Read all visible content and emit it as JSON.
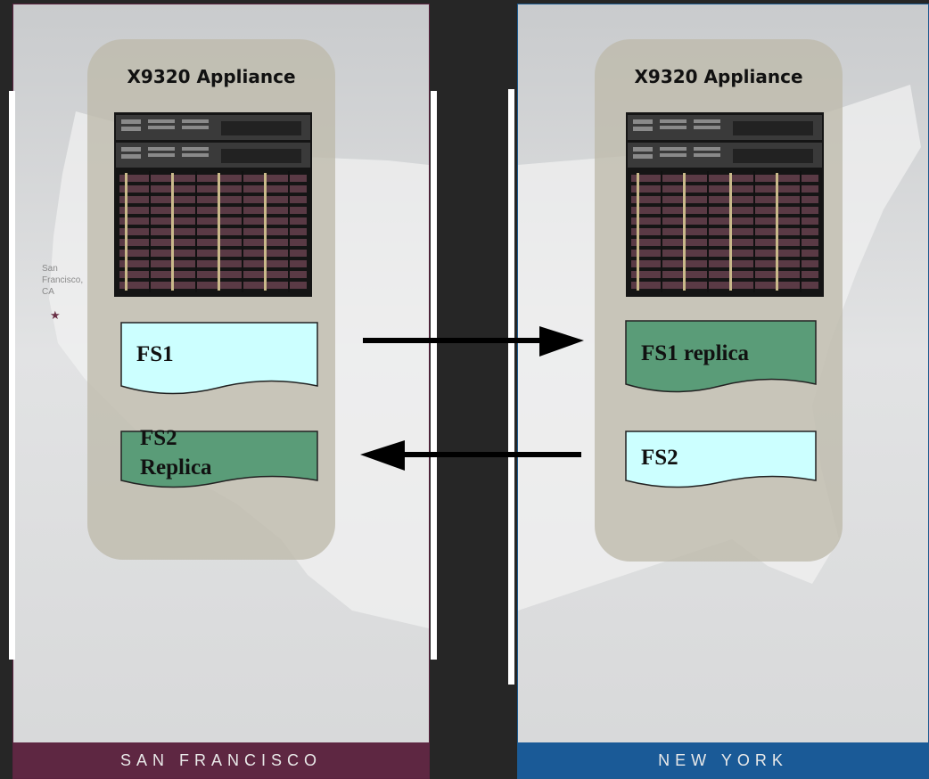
{
  "sites": {
    "left": {
      "footer": "SAN FRANCISCO",
      "map_label": [
        "San",
        "Francisco,",
        "CA"
      ],
      "appliance_title": "X9320 Appliance",
      "fs_top": "FS1",
      "fs_bottom_line1": "FS2",
      "fs_bottom_line2": "Replica"
    },
    "right": {
      "footer": "NEW YORK",
      "appliance_title": "X9320 Appliance",
      "fs_top": "FS1 replica",
      "fs_bottom": "FS2"
    }
  },
  "colors": {
    "sf_footer": "#5e2742",
    "ny_footer": "#1a5a97",
    "primary_fs": "#ccffff",
    "replica_fs": "#5a9c78",
    "appliance_bg": "#bebaaa"
  },
  "icons": {
    "server": "server-rack-icon",
    "star": "star-icon",
    "arrow_right": "arrow-right-icon",
    "arrow_left": "arrow-left-icon"
  }
}
